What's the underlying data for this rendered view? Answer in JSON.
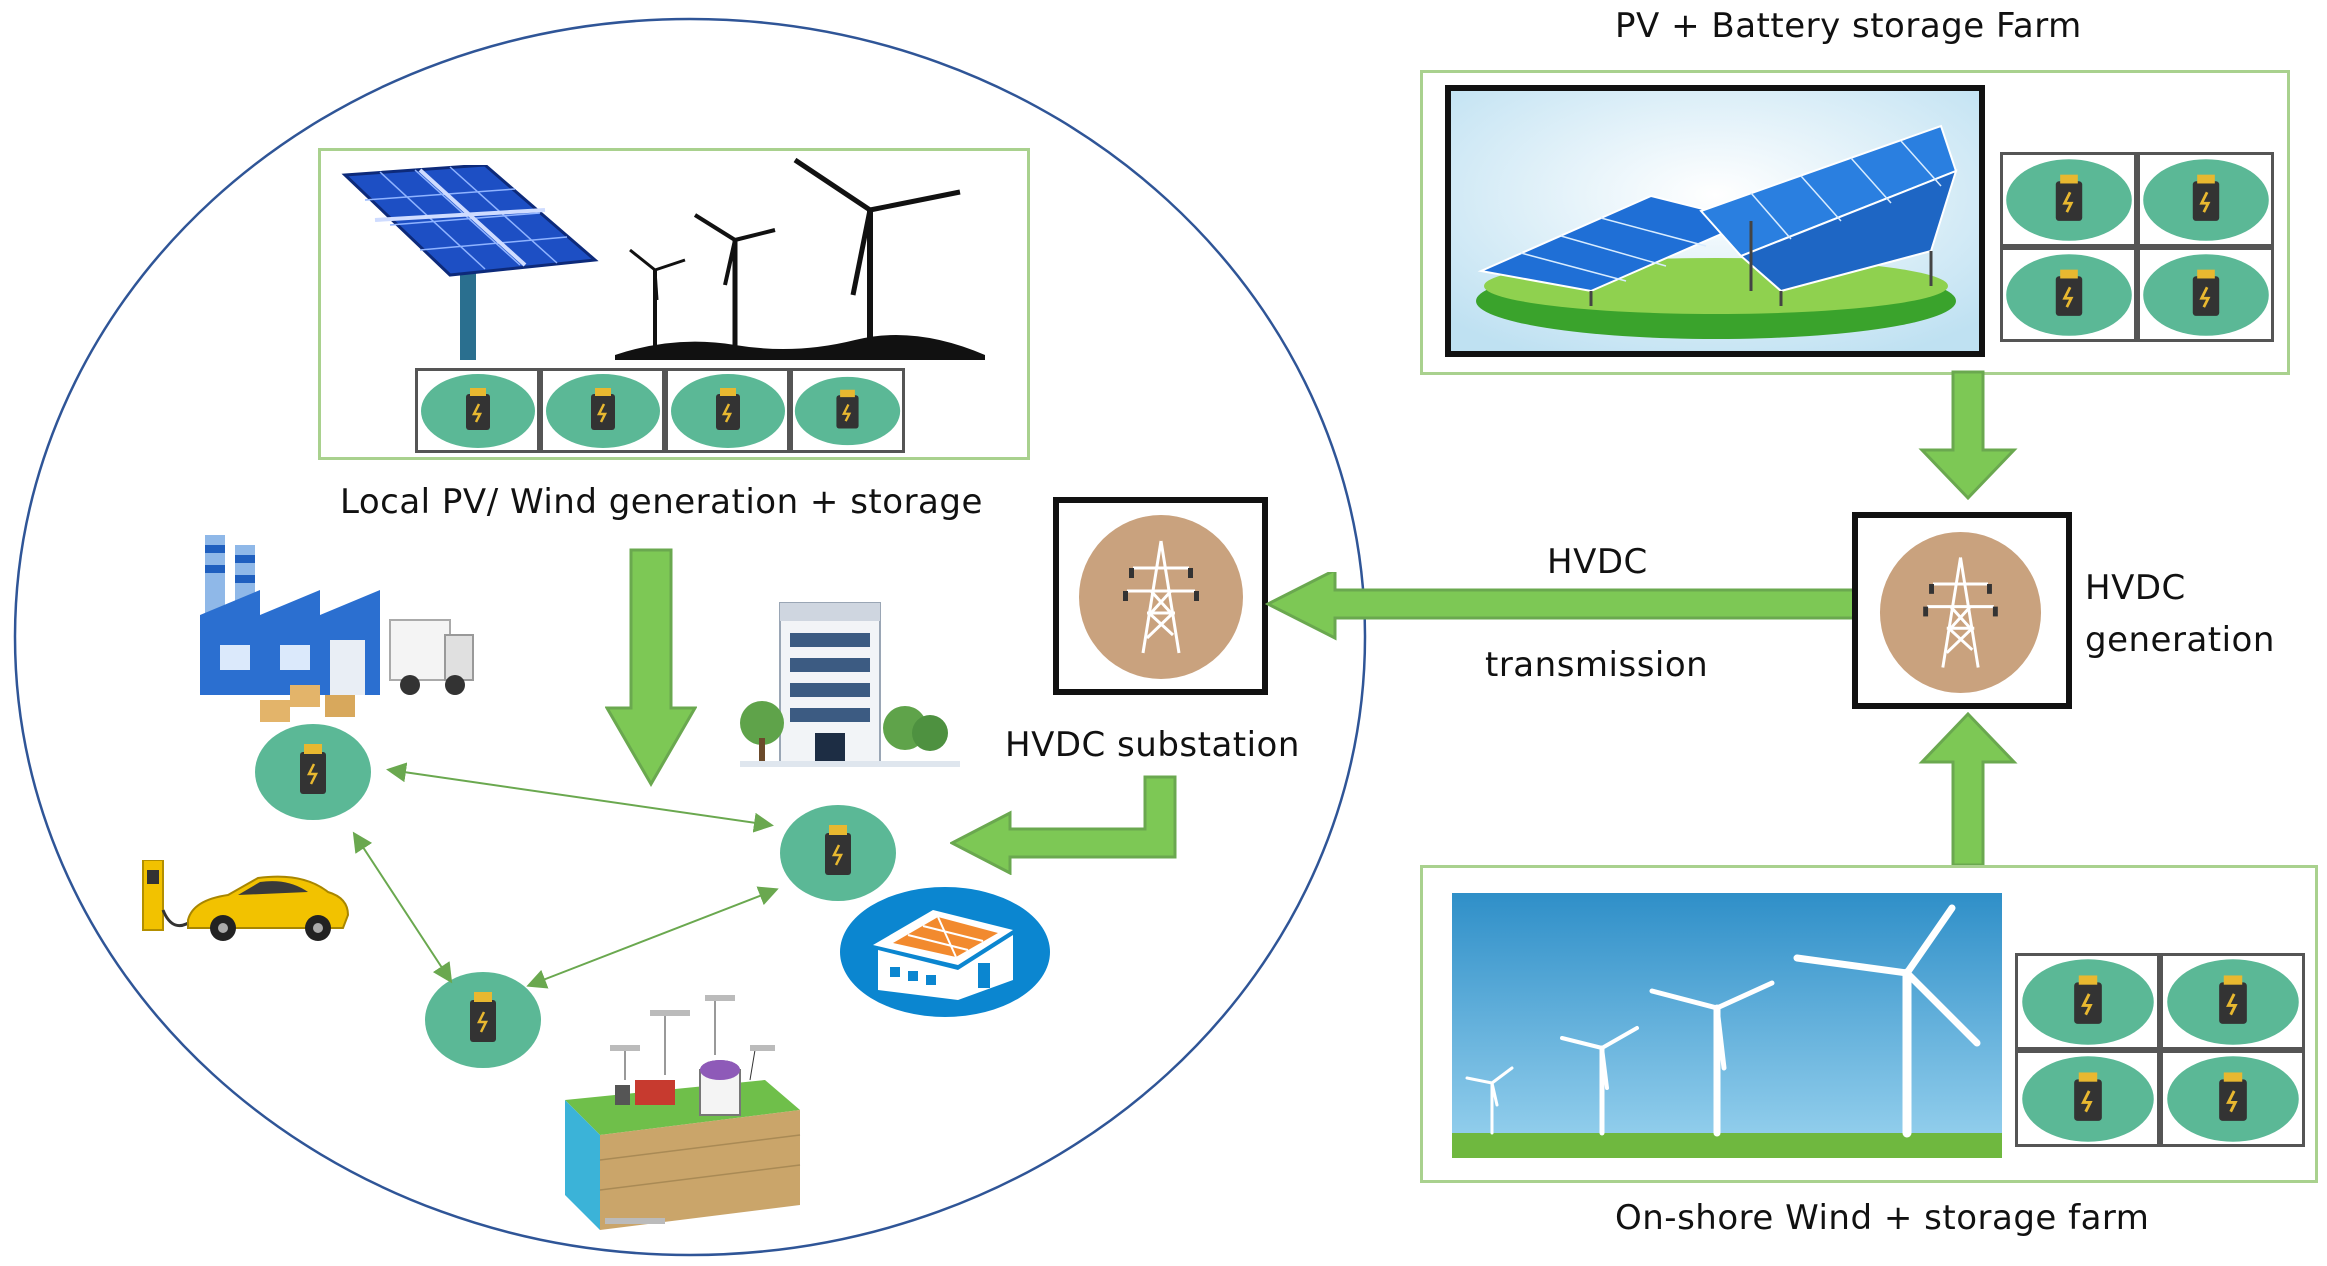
{
  "labels": {
    "local_generation": "Local PV/ Wind generation + storage",
    "pv_farm": "PV + Battery storage Farm",
    "wind_farm": "On-shore Wind + storage farm",
    "hvdc_substation": "HVDC substation",
    "hvdc_generation_1": "HVDC",
    "hvdc_generation_2": "generation",
    "hvdc_link_1": "HVDC",
    "hvdc_link_2": "transmission"
  },
  "colors": {
    "arrow_green": "#7dc855",
    "arrow_outline": "#6aa84f",
    "frame_green": "#a9d18e",
    "battery_teal": "#5bb896",
    "battery_dark": "#333333",
    "battery_gold": "#e8b830",
    "tower_tan": "#c9a27e",
    "circle_blue": "#2f5597",
    "house_blue": "#0b86d0"
  },
  "icons": [
    "battery-icon",
    "transmission-tower-icon",
    "solar-panel-icon",
    "wind-turbine-icon",
    "factory-icon",
    "office-building-icon",
    "house-solar-icon",
    "electric-car-icon",
    "power-plant-icon"
  ]
}
